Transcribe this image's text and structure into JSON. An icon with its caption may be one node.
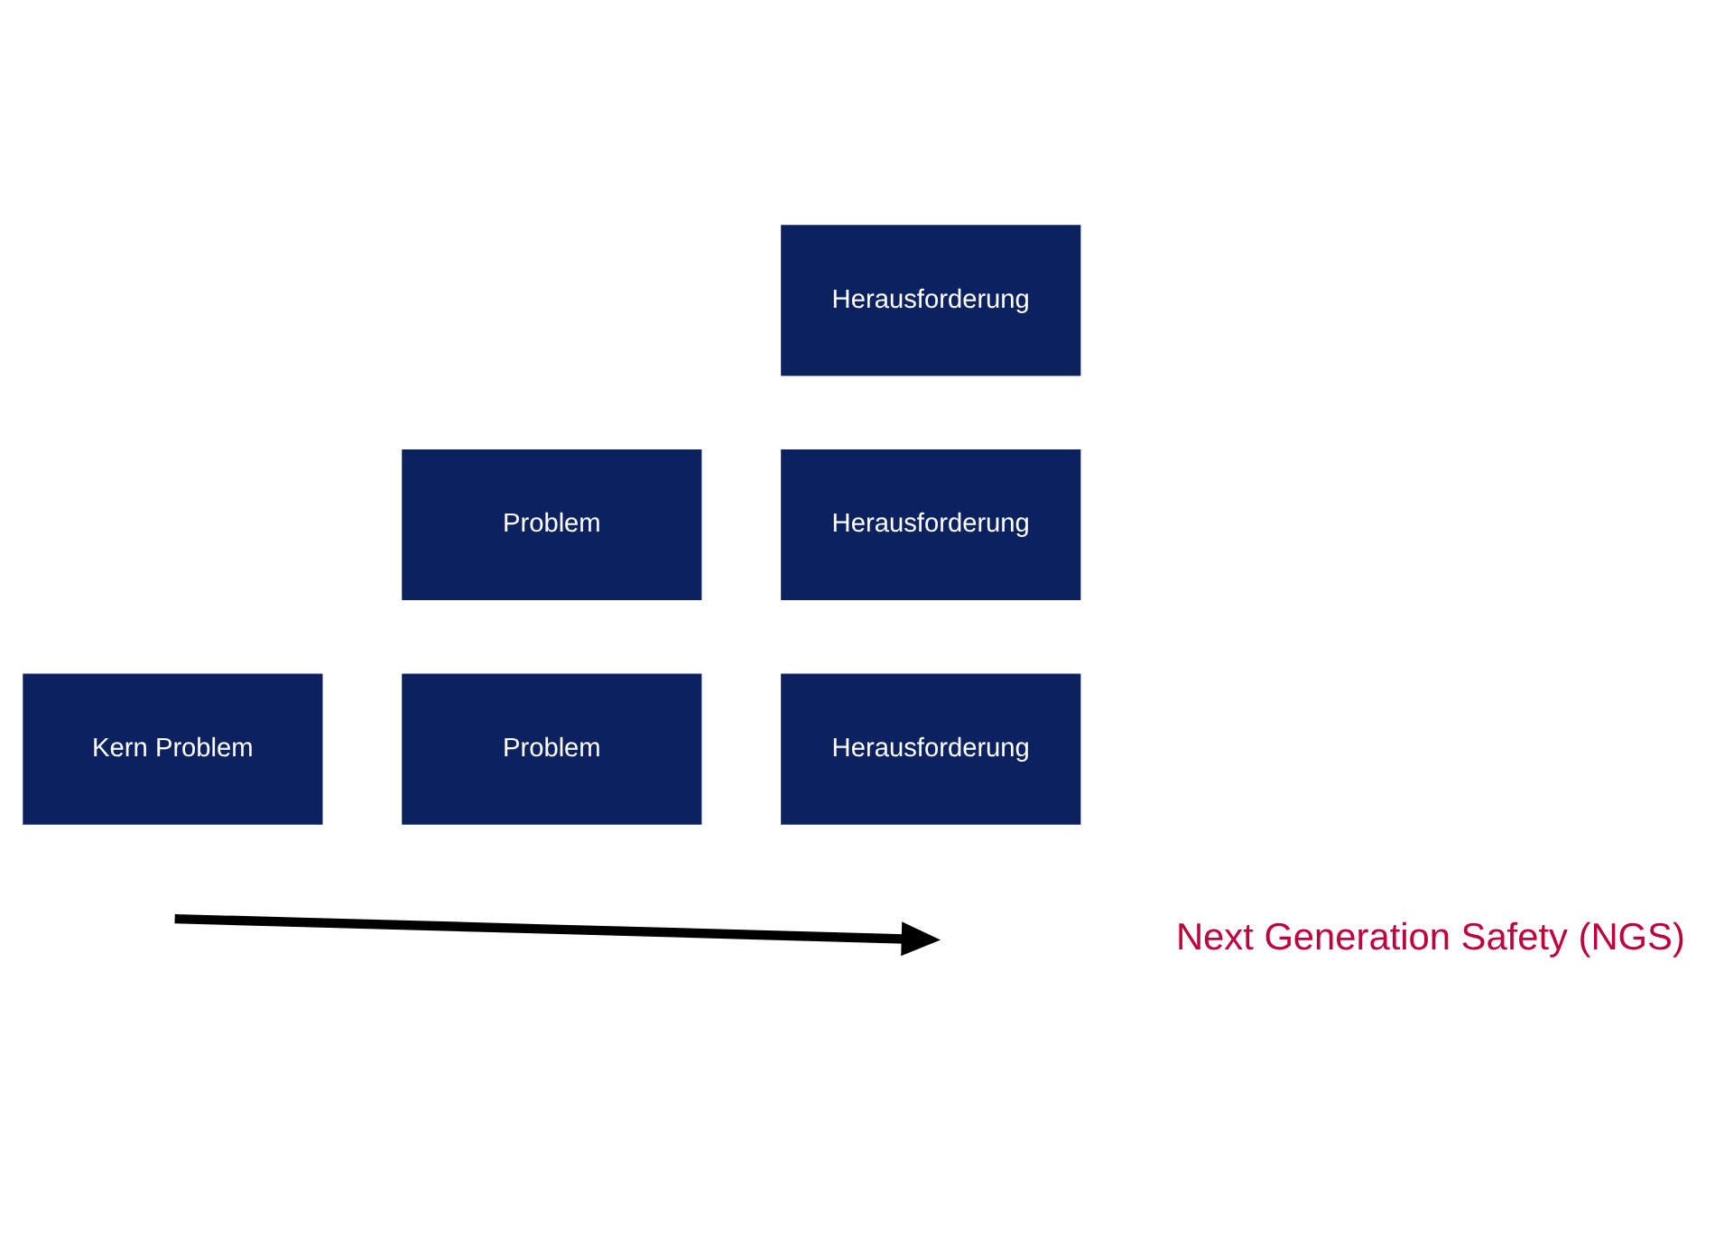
{
  "diagram": {
    "nodes": [
      {
        "text": [
          "Kern Problem"
        ]
      },
      {
        "text": [
          "Problem"
        ]
      },
      {
        "text": [
          "Problem"
        ]
      },
      {
        "text": [
          "Herausforderung"
        ]
      },
      {
        "text": [
          "Herausforderung"
        ]
      },
      {
        "text": [
          "Herausforderung"
        ]
      }
    ],
    "edges": [],
    "labels": [
      "Next Generation Safety (NGS)"
    ]
  }
}
